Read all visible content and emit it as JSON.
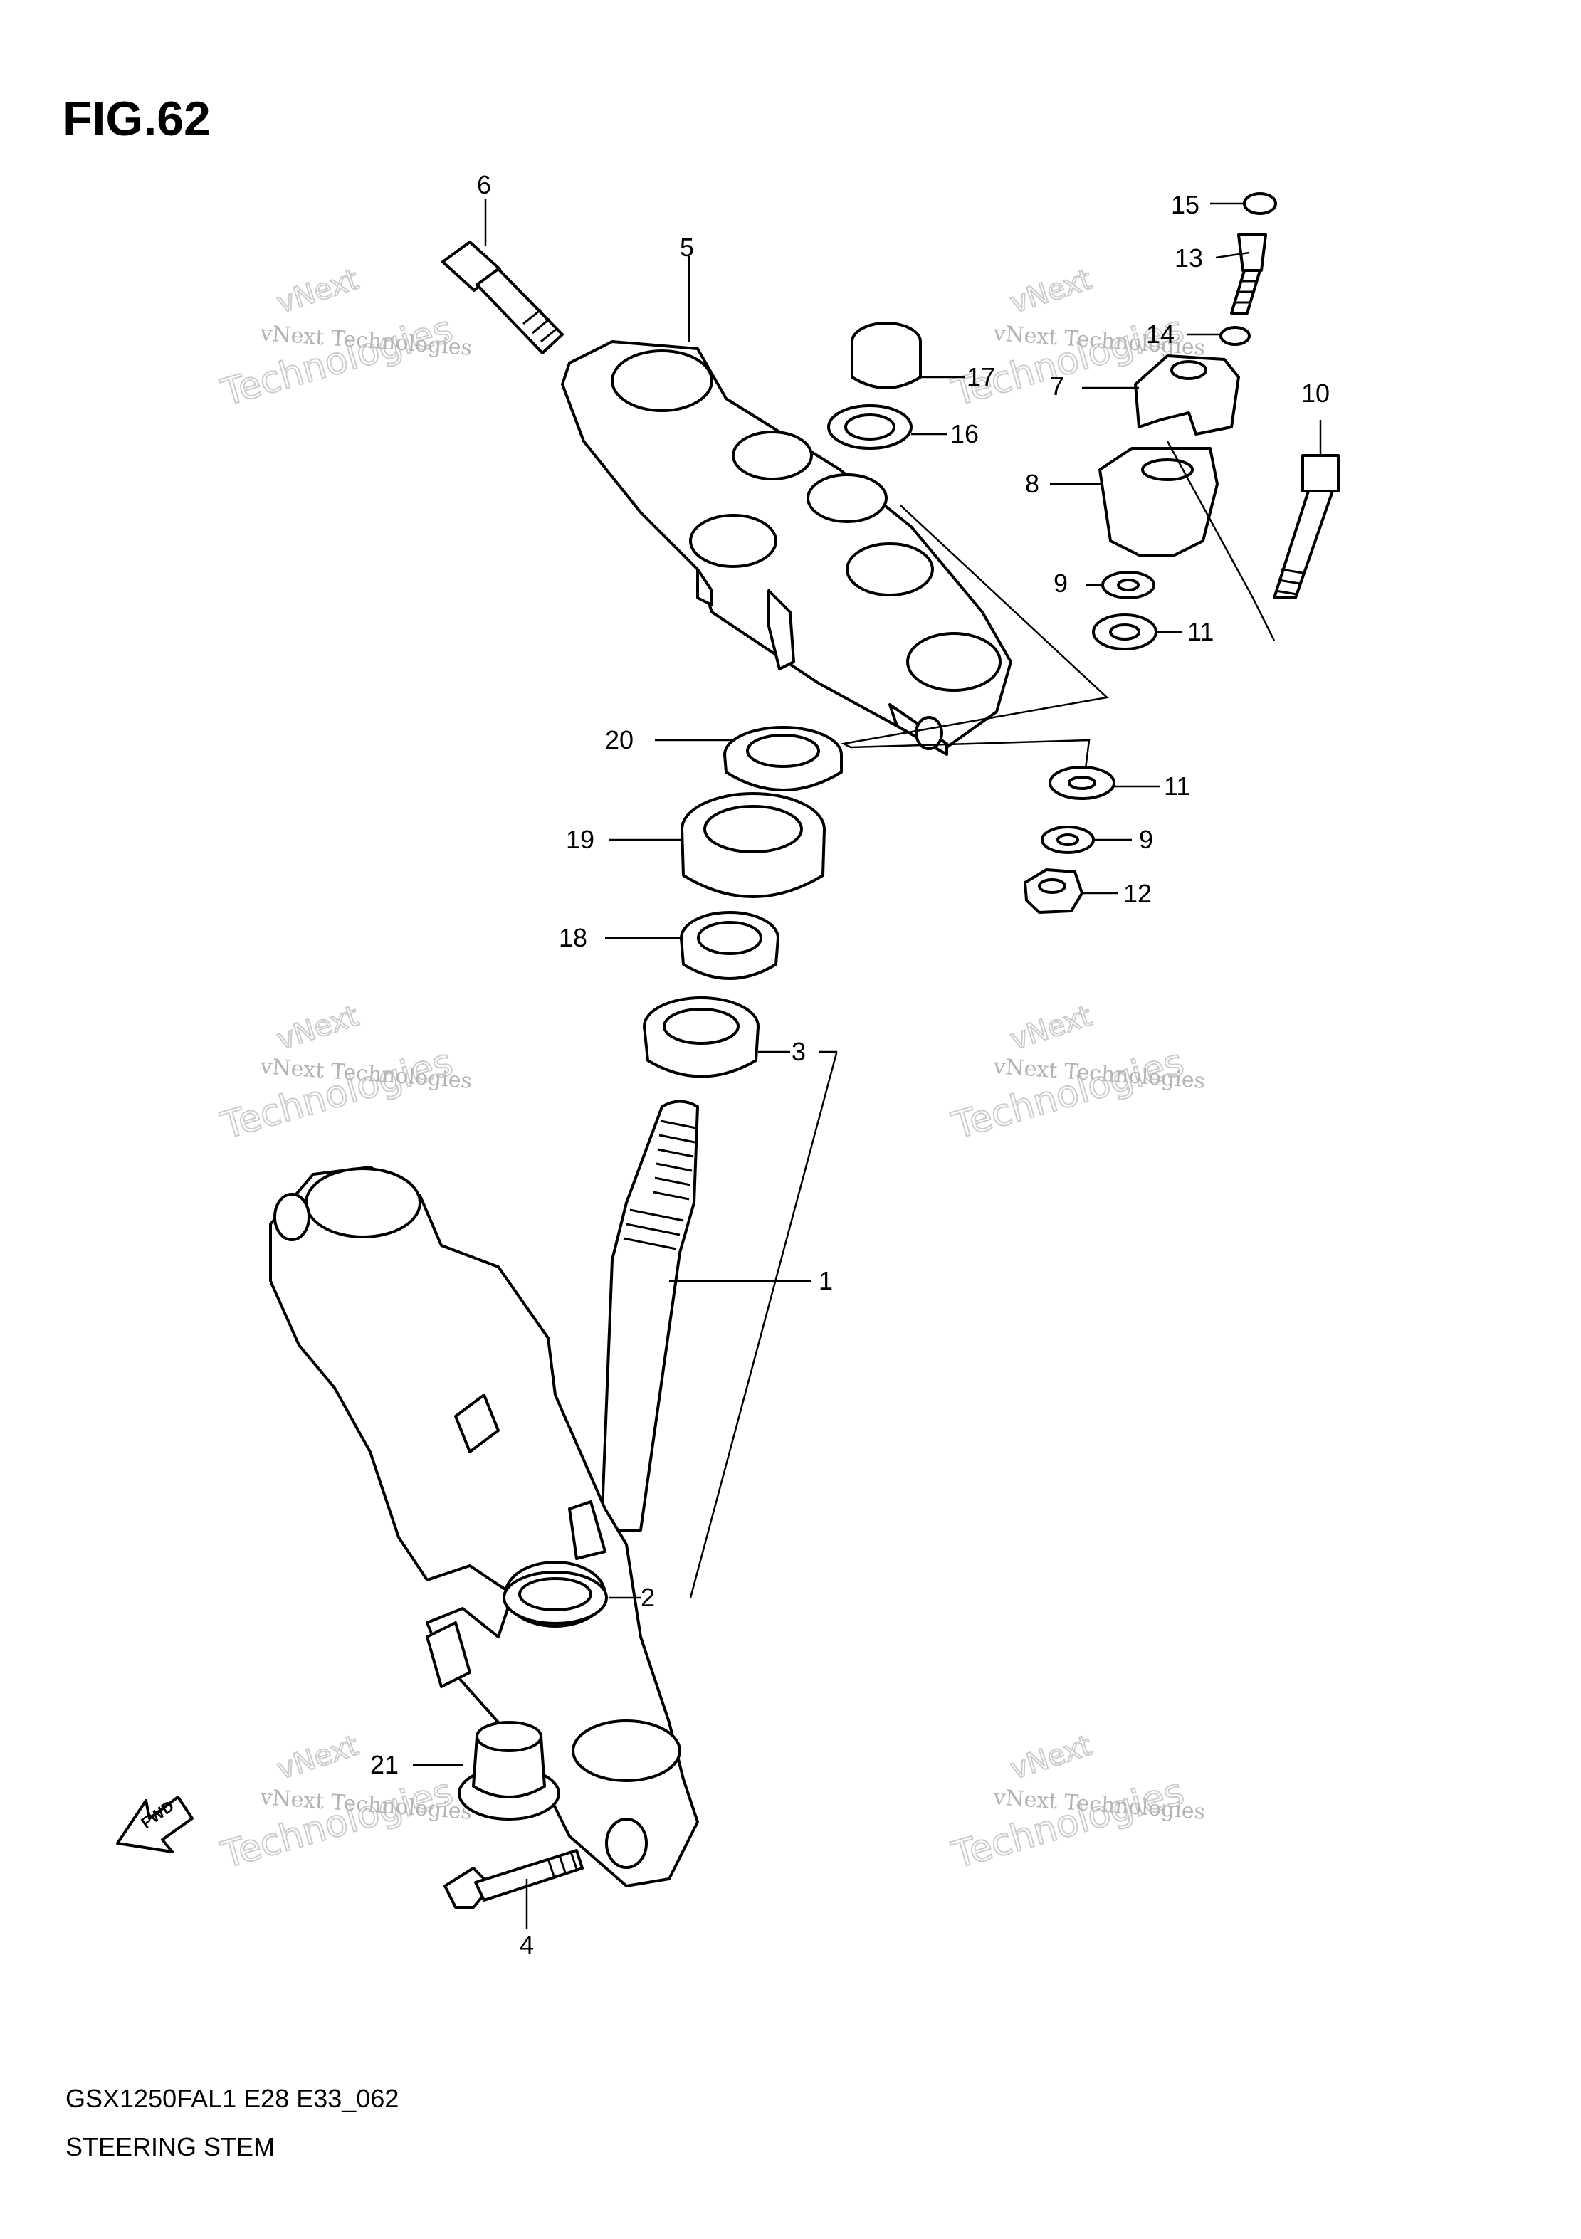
{
  "figure_title": "FIG.62",
  "footer": {
    "model_code": "GSX1250FAL1 E28 E33_062",
    "section_name": "STEERING STEM"
  },
  "watermark": {
    "line_small": "vNext Technologies",
    "line_outline_top": "vNext",
    "line_outline_bottom": "Technologies"
  },
  "fwd_arrow_label": "FWD",
  "callouts": [
    {
      "id": "c1",
      "label": "1"
    },
    {
      "id": "c2",
      "label": "2"
    },
    {
      "id": "c3",
      "label": "3"
    },
    {
      "id": "c4",
      "label": "4"
    },
    {
      "id": "c5",
      "label": "5"
    },
    {
      "id": "c6",
      "label": "6"
    },
    {
      "id": "c7",
      "label": "7"
    },
    {
      "id": "c8",
      "label": "8"
    },
    {
      "id": "c9a",
      "label": "9"
    },
    {
      "id": "c9b",
      "label": "9"
    },
    {
      "id": "c10",
      "label": "10"
    },
    {
      "id": "c11a",
      "label": "11"
    },
    {
      "id": "c11b",
      "label": "11"
    },
    {
      "id": "c12",
      "label": "12"
    },
    {
      "id": "c13",
      "label": "13"
    },
    {
      "id": "c14",
      "label": "14"
    },
    {
      "id": "c15",
      "label": "15"
    },
    {
      "id": "c16",
      "label": "16"
    },
    {
      "id": "c17",
      "label": "17"
    },
    {
      "id": "c18",
      "label": "18"
    },
    {
      "id": "c19",
      "label": "19"
    },
    {
      "id": "c20",
      "label": "20"
    },
    {
      "id": "c21",
      "label": "21"
    }
  ]
}
